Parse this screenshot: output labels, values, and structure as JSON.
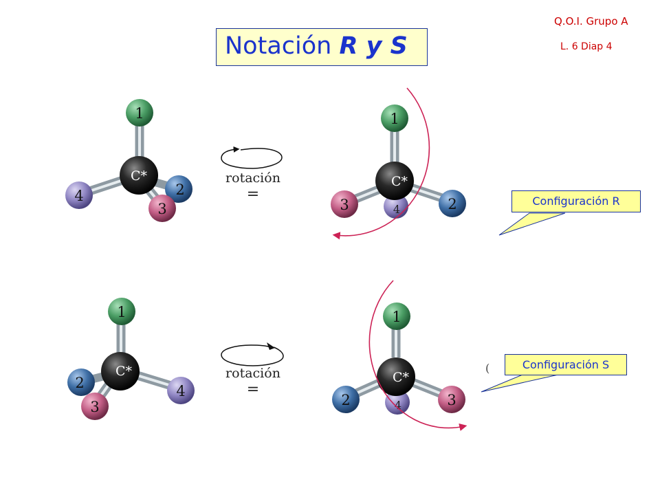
{
  "header": {
    "course": "Q.O.I. Grupo A",
    "slide_ref": "L. 6 Diap 4"
  },
  "title": {
    "main": "Notación ",
    "emph": "R y S"
  },
  "center_label": "C*",
  "rotation": {
    "top_label": "rotación",
    "top_equals": "=",
    "bottom_label": "rotación",
    "bottom_equals": "="
  },
  "callouts": {
    "r": "Configuración R",
    "s": "Configuración S"
  },
  "priorities": [
    "1",
    "2",
    "3",
    "4"
  ],
  "colors": {
    "title_text": "#1a33cc",
    "title_bg": "#ffffcc",
    "callout_bg": "#ffff99",
    "course_text": "#cc0000",
    "arc": "#cc2255",
    "atom_1": "#4a9d64",
    "atom_2": "#3f6fa6",
    "atom_3": "#c25d85",
    "atom_4": "#9187c4",
    "center_atom": "#2a2a2a"
  }
}
